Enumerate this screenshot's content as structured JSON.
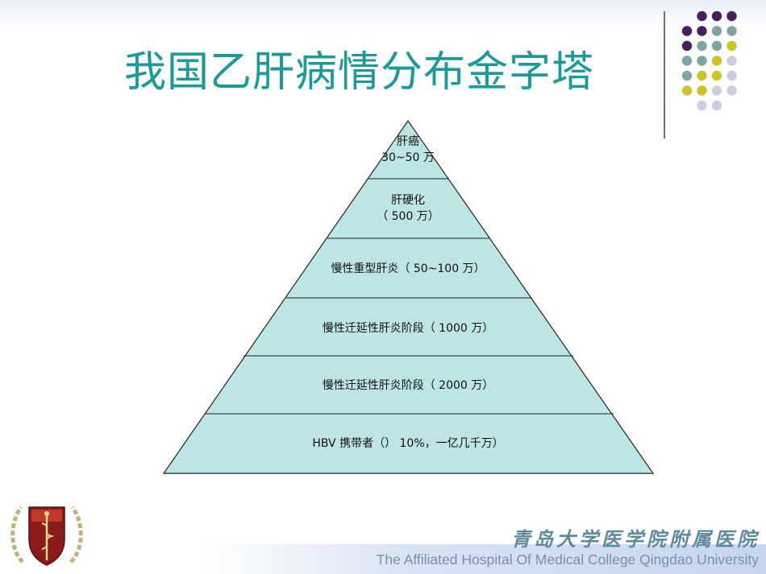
{
  "slide": {
    "title": "我国乙肝病情分布金字塔"
  },
  "pyramid": {
    "fill": "#bde5e3",
    "stroke": "#222222",
    "levels": [
      {
        "line1": "肝癌",
        "line2": "30~50 万"
      },
      {
        "line1": "肝硬化",
        "line2": "（ 500 万）"
      },
      {
        "line1": "慢性重型肝炎（ 50~100 万）"
      },
      {
        "line1": "慢性迁延性肝炎阶段（ 1000 万）"
      },
      {
        "line1": "慢性迁延性肝炎阶段（ 2000 万）"
      },
      {
        "line1": "HBV 携带者（） 10%，一亿几千万）"
      }
    ]
  },
  "decor": {
    "dot_colors": {
      "purple": "#4b1d5e",
      "teal": "#7fa5a3",
      "olive": "#c9c52a",
      "lavender": "#cfcbe0"
    },
    "dot_rows": [
      [
        "",
        "purple",
        "purple",
        "purple"
      ],
      [
        "purple",
        "purple",
        "teal",
        "teal"
      ],
      [
        "purple",
        "teal",
        "teal",
        "olive"
      ],
      [
        "teal",
        "teal",
        "olive",
        "lavender"
      ],
      [
        "teal",
        "olive",
        "olive",
        "lavender"
      ],
      [
        "olive",
        "olive",
        "lavender",
        "lavender"
      ],
      [
        "",
        "lavender",
        "lavender",
        ""
      ]
    ]
  },
  "footer": {
    "hospital_cn": "青岛大学医学院附属医院",
    "hospital_en": "The Affiliated Hospital Of Medical College Qingdao University"
  },
  "logo": {
    "icon": "medical-caduceus-emblem-icon"
  }
}
